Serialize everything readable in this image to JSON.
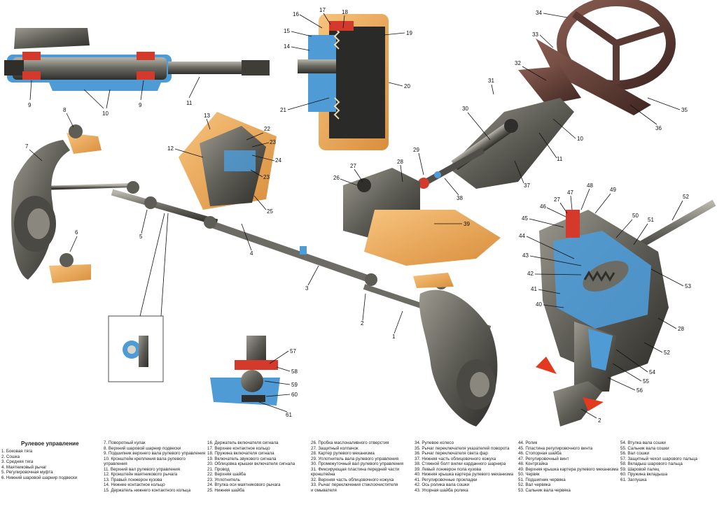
{
  "legend": {
    "title": "Рулевое управление",
    "columns": [
      [
        "1. Боковая тяга",
        "2. Сошка",
        "3. Средняя тяга",
        "4. Маятниковый рычаг",
        "5. Регулировочная муфта",
        "6. Нижний шаровой шарнир подвески"
      ],
      [
        "7. Поворотный кулак",
        "8. Верхний шаровой шарнир подвески",
        "9. Подшипник верхнего вала рулевого управления",
        "10. Кронштейн крепления вала рулевого",
        "управления",
        "11. Верхний вал рулевого управления",
        "12. Кронштейн маятникового рычага",
        "13. Правый лонжерон кузова",
        "14. Нижнее контактное кольцо",
        "15. Держатель нижнего контактного кольца"
      ],
      [
        "16. Держатель включателя сигнала",
        "17. Верхнее контактное кольцо",
        "18. Пружина включателя сигнала",
        "19. Включатель звукового сигнала",
        "20. Облицовка крышки включателя сигнала",
        "21. Провод",
        "22. Верхняя шайба",
        "23. Уплотнитель",
        "24. Втулка оси маятникового рычага",
        "25. Нижняя шайба"
      ],
      [
        "26. Пробка маслоналивного отверстия",
        "27. Защитный колпачок",
        "28. Картер рулевого механизма",
        "29. Уплотнитель вала рулевого управления",
        "30. Промежуточный вал рулевого управления",
        "31. Фиксирующая пластина передней части",
        "кронштейна",
        "32. Верхняя часть облицовочного кожуха",
        "33. Рычаг переключения стеклоочистителя",
        "и омывателя"
      ],
      [
        "34. Рулевое колесо",
        "35. Рычаг переключателя указателей поворота",
        "36. Рычаг переключателя света фар",
        "37. Нижняя часть облицовочного кожуха",
        "38. Стяжной болт вилки карданного шарнира",
        "39. Левый лонжерон пола кузова",
        "40. Нижняя крышка картера рулевого механизма",
        "41. Регулировочные прокладки",
        "42. Ось ролика вала сошки",
        "43. Упорная шайба ролика"
      ],
      [
        "44. Ролик",
        "45. Пластина регулировочного винта",
        "46. Стопорная шайба",
        "47. Регулировочный винт",
        "48. Контргайка",
        "49. Верхняя крышка картера рулевого механизма",
        "50. Червяк",
        "51. Подшипник червяка",
        "52. Вал червяка",
        "53. Сальник вала червяка"
      ],
      [
        "54. Втулка вала сошки",
        "55. Сальник вала сошки",
        "56. Вал сошки",
        "57. Защитный чехол шарового пальца",
        "58. Вкладыш шарового пальца",
        "59. Шаровой палец",
        "60. Пружина вкладыша",
        "61. Заглушка"
      ]
    ]
  },
  "callouts": {
    "n1": "1",
    "n2": "2",
    "n3": "3",
    "n4": "4",
    "n5": "5",
    "n6": "6",
    "n7": "7",
    "n8": "8",
    "n9": "9",
    "n10": "10",
    "n11": "11",
    "n12": "12",
    "n13": "13",
    "n14": "14",
    "n15": "15",
    "n16": "16",
    "n17": "17",
    "n18": "18",
    "n19": "19",
    "n20": "20",
    "n21": "21",
    "n22": "22",
    "n23": "23",
    "n24": "24",
    "n25": "25",
    "n26": "26",
    "n27": "27",
    "n28": "28",
    "n29": "29",
    "n30": "30",
    "n31": "31",
    "n32": "32",
    "n33": "33",
    "n34": "34",
    "n35": "35",
    "n36": "36",
    "n37": "37",
    "n38": "38",
    "n39": "39",
    "n40": "40",
    "n41": "41",
    "n42": "42",
    "n43": "43",
    "n44": "44",
    "n45": "45",
    "n46": "46",
    "n47": "47",
    "n48": "48",
    "n49": "49",
    "n50": "50",
    "n51": "51",
    "n52": "52",
    "n53": "53",
    "n54": "54",
    "n55": "55",
    "n56": "56",
    "n57": "57",
    "n58": "58",
    "n59": "59",
    "n60": "60",
    "n61": "61"
  },
  "colors": {
    "metal": "#6f6e66",
    "metal_dark": "#3c3b36",
    "metal_light": "#a9a79c",
    "body_orange": "#f2b064",
    "body_orange_dark": "#d38a3a",
    "cutaway_blue": "#4f9bd6",
    "seal_red": "#d43a2c",
    "wheel_brown": "#5a3a32",
    "arrow_red": "#e23a1e"
  }
}
